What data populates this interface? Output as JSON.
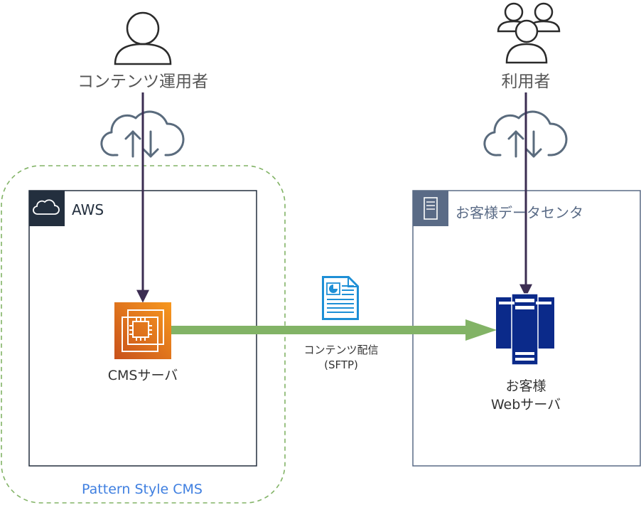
{
  "users": {
    "operator_label": "コンテンツ運用者",
    "visitor_label": "利用者"
  },
  "groups": {
    "aws_label": "AWS",
    "datacenter_label": "お客様データセンタ",
    "cms_group_label": "Pattern Style CMS"
  },
  "nodes": {
    "cms_server_label": "CMSサーバ",
    "web_server_label_line1": "お客様",
    "web_server_label_line2": "Webサーバ"
  },
  "edges": {
    "delivery_label_line1": "コンテンツ配信",
    "delivery_label_line2": "(SFTP)"
  },
  "colors": {
    "arrow_purple": "#3b2d52",
    "delivery_green": "#82b366",
    "cloud_grey": "#5a6b7d",
    "aws_dark": "#232f3e",
    "datacenter_slate": "#5a6b86",
    "cms_orange": "#e8731a",
    "server_navy": "#0b2a8a",
    "doc_blue": "#1e8fd6",
    "cms_dashed_green": "#82b366",
    "cms_label_blue": "#3f7fe0"
  },
  "icons": [
    "user-icon",
    "users-group-icon",
    "cloud-upload-download-icon",
    "aws-cloud-icon",
    "datacenter-server-icon",
    "ec2-instance-icon",
    "web-server-icon",
    "document-report-icon"
  ]
}
